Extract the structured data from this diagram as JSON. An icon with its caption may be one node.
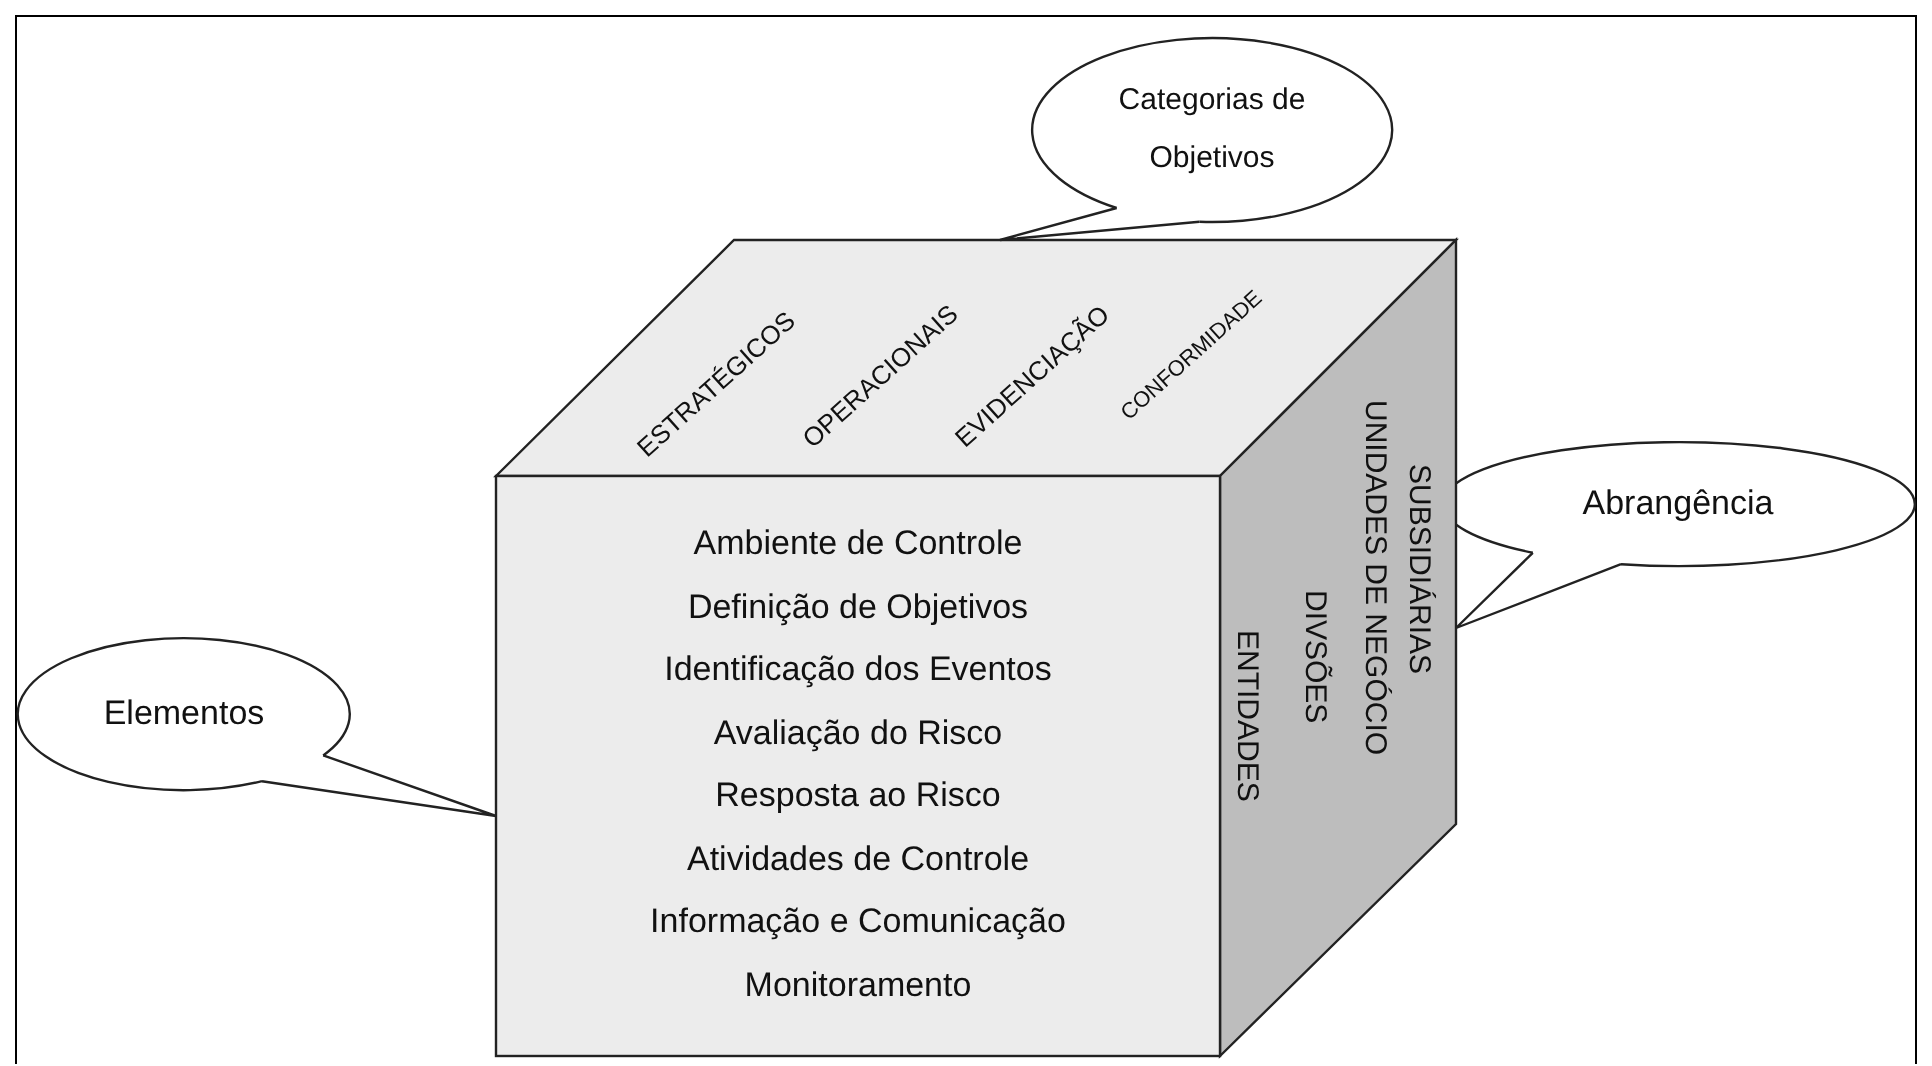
{
  "diagram": {
    "nodes": [
      {
        "text": [
          "Categorias de Objetivos"
        ]
      },
      {
        "text": [
          "ESTRATÉGICOS",
          "OPERACIONAIS",
          "EVIDENCIAÇÃO",
          "CONFORMIDADE"
        ]
      },
      {
        "text": [
          "Abrangência"
        ]
      },
      {
        "text": [
          "SUBSIDIÁRIAS",
          "UNIDADES DE NEGÓCIO",
          "DIVSÕES",
          "ENTIDADES"
        ]
      },
      {
        "text": [
          "Elementos"
        ]
      },
      {
        "text": [
          "Ambiente de Controle",
          "Definição de Objetivos",
          "Identificação dos Eventos",
          "Avaliação do Risco",
          "Resposta ao Risco",
          "Atividades de Controle",
          "Informação e Comunicação",
          "Monitoramento"
        ]
      }
    ],
    "edges": [
      {
        "from": 0,
        "to": 1,
        "arrow": "none"
      },
      {
        "from": 2,
        "to": 3,
        "arrow": "none"
      },
      {
        "from": 4,
        "to": 5,
        "arrow": "none"
      }
    ]
  }
}
